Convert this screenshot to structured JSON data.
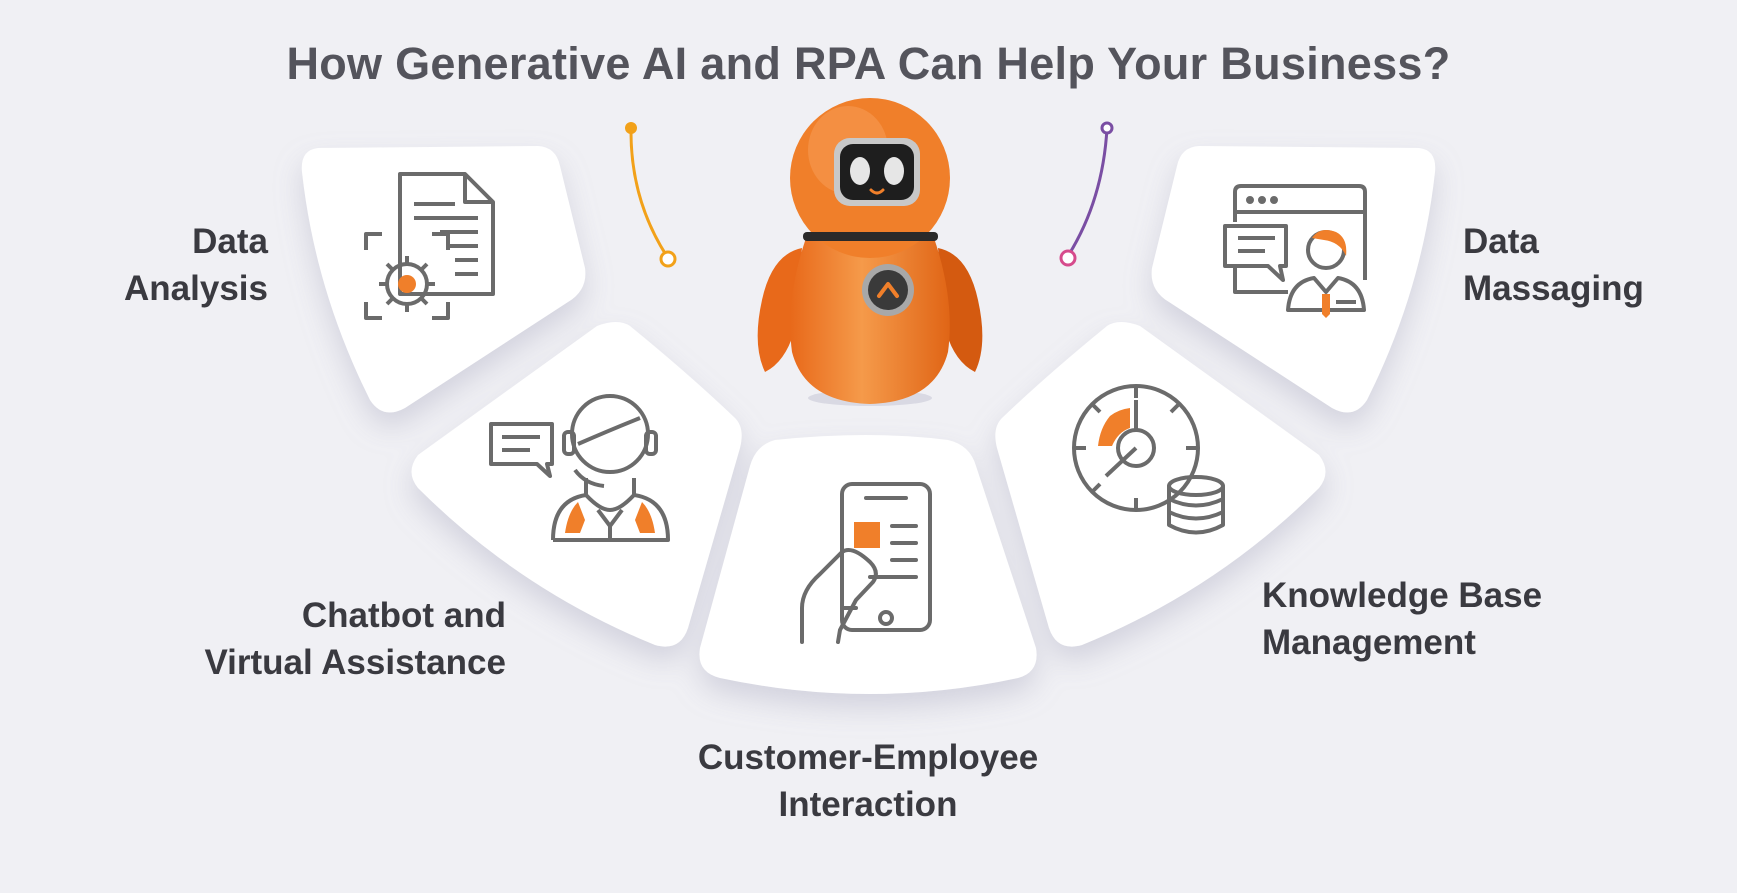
{
  "title": "How Generative AI and RPA Can Help Your Business?",
  "items": [
    {
      "line1": "Data",
      "line2": "Analysis",
      "icon": "document-gear-icon"
    },
    {
      "line1": "Chatbot and",
      "line2": "Virtual Assistance",
      "icon": "support-agent-icon"
    },
    {
      "line1": "Customer-Employee",
      "line2": "Interaction",
      "icon": "hand-phone-icon"
    },
    {
      "line1": "Knowledge Base",
      "line2": "Management",
      "icon": "clock-database-icon"
    },
    {
      "line1": "Data",
      "line2": "Massaging",
      "icon": "browser-chat-user-icon"
    }
  ],
  "colors": {
    "accent": "#f07f2a",
    "text": "#3a3a40",
    "title": "#54545c",
    "icon": "#6b6b6b",
    "background": "#f0f0f4",
    "purple": "#7a4ea3",
    "pink": "#d64b8c"
  },
  "center_icon": "robot-mascot-icon"
}
